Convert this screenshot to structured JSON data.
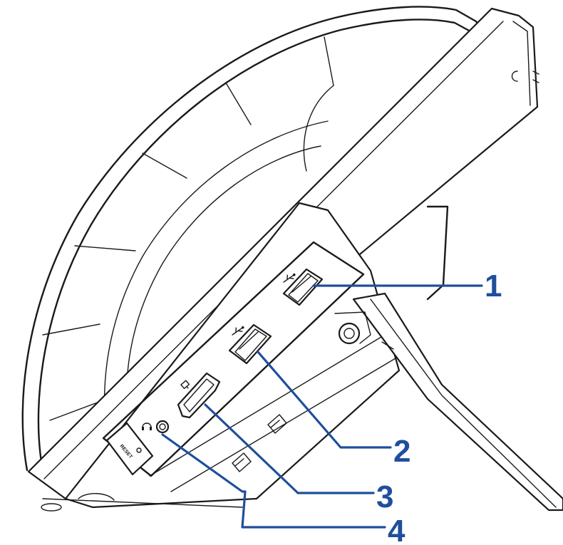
{
  "colors": {
    "callout": "#1f4e9c",
    "outline": "#1a1a1a",
    "background": "#ffffff"
  },
  "callouts": [
    {
      "number": "1",
      "part": "usb-port-upper"
    },
    {
      "number": "2",
      "part": "usb-port-lower"
    },
    {
      "number": "3",
      "part": "hdmi-port"
    },
    {
      "number": "4",
      "part": "headset-jack"
    }
  ],
  "icons": {
    "usb_upper": "usb-icon",
    "usb_lower": "usb-icon",
    "hdmi": "display-icon",
    "headset": "headset-icon"
  },
  "panel_label": "RESET"
}
